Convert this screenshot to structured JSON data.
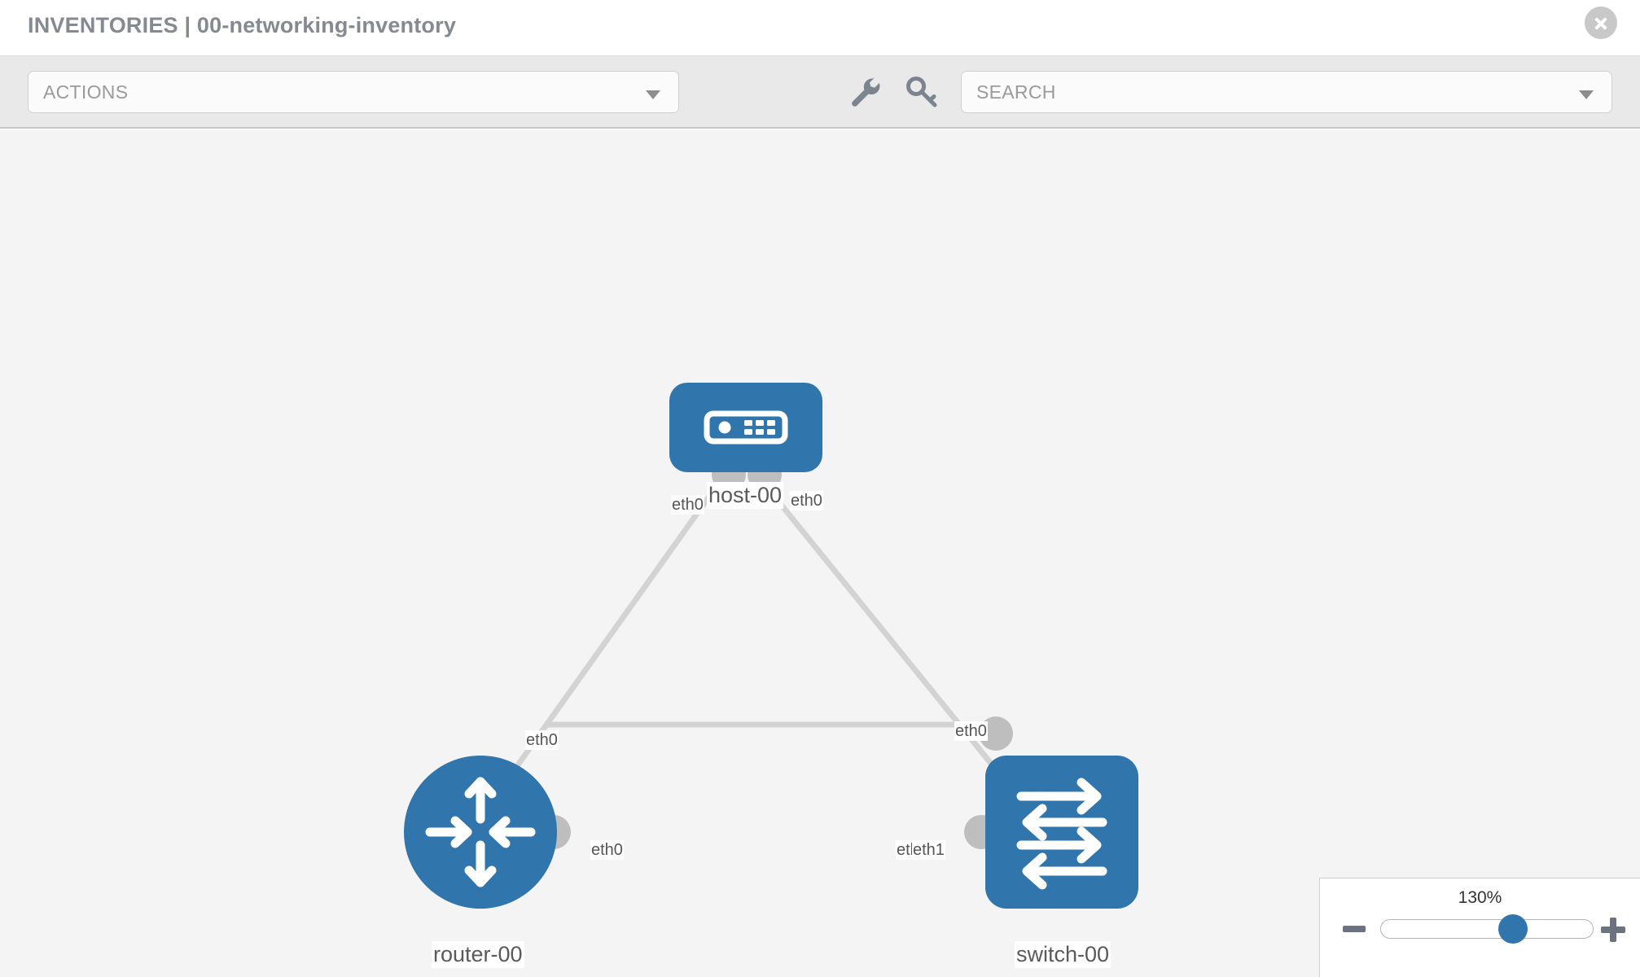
{
  "header": {
    "title": "INVENTORIES | 00-networking-inventory",
    "close_icon": "close-icon"
  },
  "toolbar": {
    "actions_label": "ACTIONS",
    "actions_caret_icon": "chevron-down-icon",
    "wrench_icon": "wrench-icon",
    "key_icon": "key-icon",
    "search_placeholder": "SEARCH",
    "search_value": "",
    "search_caret_icon": "chevron-down-icon"
  },
  "topology": {
    "nodes": [
      {
        "id": "host-00",
        "label": "host-00",
        "type": "host",
        "icon": "server-icon",
        "color": "#3175ad"
      },
      {
        "id": "router-00",
        "label": "router-00",
        "type": "router",
        "icon": "router-arrows-icon",
        "color": "#3175ad"
      },
      {
        "id": "switch-00",
        "label": "switch-00",
        "type": "switch",
        "icon": "switch-arrows-icon",
        "color": "#3175ad"
      }
    ],
    "links": [
      {
        "from": "host-00",
        "to": "router-00",
        "from_iface": "eth0",
        "to_iface": "eth0"
      },
      {
        "from": "host-00",
        "to": "switch-00",
        "from_iface": "eth0",
        "to_iface": "eth0"
      },
      {
        "from": "router-00",
        "to": "switch-00",
        "from_iface": "eth0",
        "to_iface": "eth1"
      }
    ],
    "interface_labels": {
      "host_left": "eth0",
      "host_right": "eth0",
      "router_up": "eth0",
      "switch_up": "eth0",
      "router_right": "eth0",
      "switch_left_a": "eth",
      "switch_left_b": "eth1"
    },
    "link_color": "#d3d3d3",
    "port_color": "#bebebe"
  },
  "zoom": {
    "percent_label": "130%",
    "minus_icon": "minus-icon",
    "plus_icon": "plus-icon",
    "slider_value": 62
  }
}
